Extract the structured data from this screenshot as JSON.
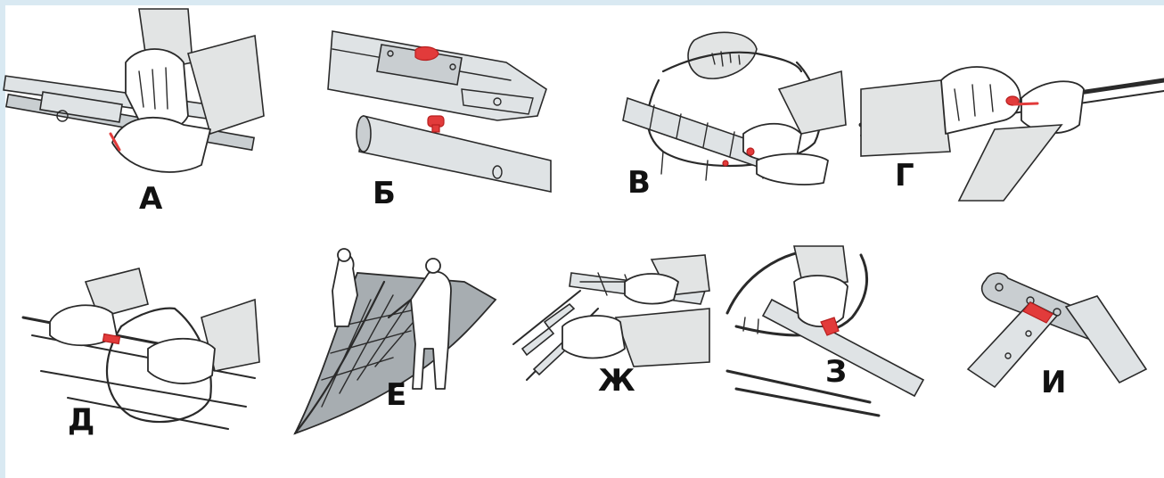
{
  "colors": {
    "background": "#d9e9f2",
    "panel": "#ffffff",
    "ink": "#2a2a2a",
    "highlight": "#e23b3b",
    "tube": "#c9ced1",
    "hull": "#a7adb1"
  },
  "steps": [
    {
      "letter": "А",
      "icon": "frame-tube-joint-latch-icon"
    },
    {
      "letter": "Б",
      "icon": "tube-socket-and-spring-button-icon"
    },
    {
      "letter": "В",
      "icon": "frame-with-frames-and-seat-assembly-icon"
    },
    {
      "letter": "Г",
      "icon": "pressing-button-on-tube-icon"
    },
    {
      "letter": "Д",
      "icon": "inserting-frame-into-keel-tube-icon"
    },
    {
      "letter": "Е",
      "icon": "two-people-pulling-skin-onto-frame-icon"
    },
    {
      "letter": "Ж",
      "icon": "sliding-ladder-frame-icon"
    },
    {
      "letter": "З",
      "icon": "clamping-frame-rib-icon"
    },
    {
      "letter": "И",
      "icon": "hinged-tube-joint-icon"
    }
  ]
}
